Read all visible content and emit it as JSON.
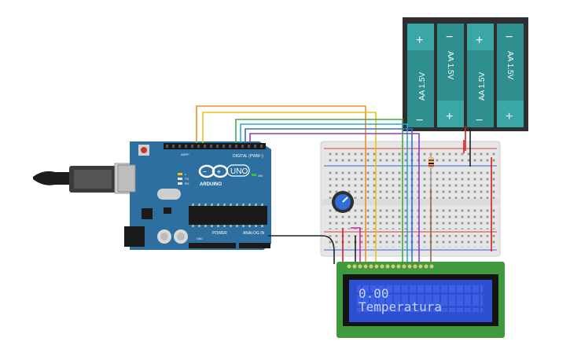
{
  "arduino": {
    "brand": "ARDUINO",
    "model": "UNO",
    "digital_header_label": "DIGITAL (PWM~)",
    "power_label": "POWER",
    "analog_label": "ANALOG IN",
    "on_label": "ON",
    "tx_label": "TX",
    "rx_label": "RX",
    "l_label": "L",
    "aref_label": "AREF",
    "gnd_label": "GND"
  },
  "battery_pack": {
    "cells": [
      {
        "label": "AA 1.5V",
        "top_terminal": "+",
        "bottom_terminal": "−"
      },
      {
        "label": "AA 1.5V",
        "top_terminal": "−",
        "bottom_terminal": "+"
      },
      {
        "label": "AA 1.5V",
        "top_terminal": "+",
        "bottom_terminal": "−"
      },
      {
        "label": "AA 1.5V",
        "top_terminal": "−",
        "bottom_terminal": "+"
      }
    ]
  },
  "lcd": {
    "line1": "0.00",
    "line2": "Temperatura"
  },
  "colors": {
    "arduino_board": "#2d6f9e",
    "battery_body": "#2e2e2e",
    "battery_cell": "#2f8e8e",
    "lcd_pcb": "#3f9a3f",
    "lcd_screen": "#2f4fd1",
    "lcd_text": "#c7d4ff",
    "wire_orange": "#e8912a",
    "wire_yellow": "#e7c21d",
    "wire_green": "#3fae3f",
    "wire_cyan": "#2aa9d6",
    "wire_blue": "#2f6fd8",
    "wire_purple": "#8a3fc2",
    "wire_red": "#d61f1f",
    "wire_black": "#222222"
  }
}
